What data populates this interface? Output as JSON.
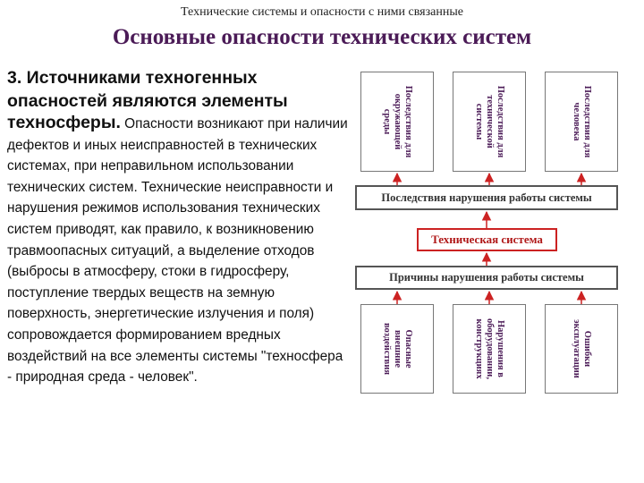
{
  "subtitle": "Технические системы и опасности с ними связанные",
  "title": "Основные опасности технических систем",
  "body": {
    "lead": "3. Источниками техногенных опасностей являются элементы",
    "lead_tail": "техносферы.",
    "text": " Опасности возникают при наличии дефектов и иных неисправностей в технических системах, при неправильном использовании технических систем. Технические неисправности и нарушения режимов использования технических систем приводят, как правило, к возникновению травмоопасных ситуаций, а выделение отходов (выбросы в атмосферу, стоки в гидросферу, поступление твердых веществ на земную поверхность, энергетические излучения и поля) сопровождается формированием вредных воздействий на все элементы системы \"техносфера - природная среда - человек\"."
  },
  "diagram": {
    "top_boxes": [
      "Последствия для\nокружающей\nсреды",
      "Последствия для\nтехнической\nсистемы",
      "Последствия для\nчеловека"
    ],
    "consequences": "Последствия нарушения работы системы",
    "center": "Техническая система",
    "causes": "Причины нарушения работы системы",
    "bottom_boxes": [
      "Опасные\nвнешние\nвоздействия",
      "Нарушения в\nоборудовании,\nконструкциях",
      "Ошибки\nэксплуатации"
    ],
    "colors": {
      "red": "#cc2222",
      "purple": "#4b1b57",
      "border": "#555555"
    }
  }
}
